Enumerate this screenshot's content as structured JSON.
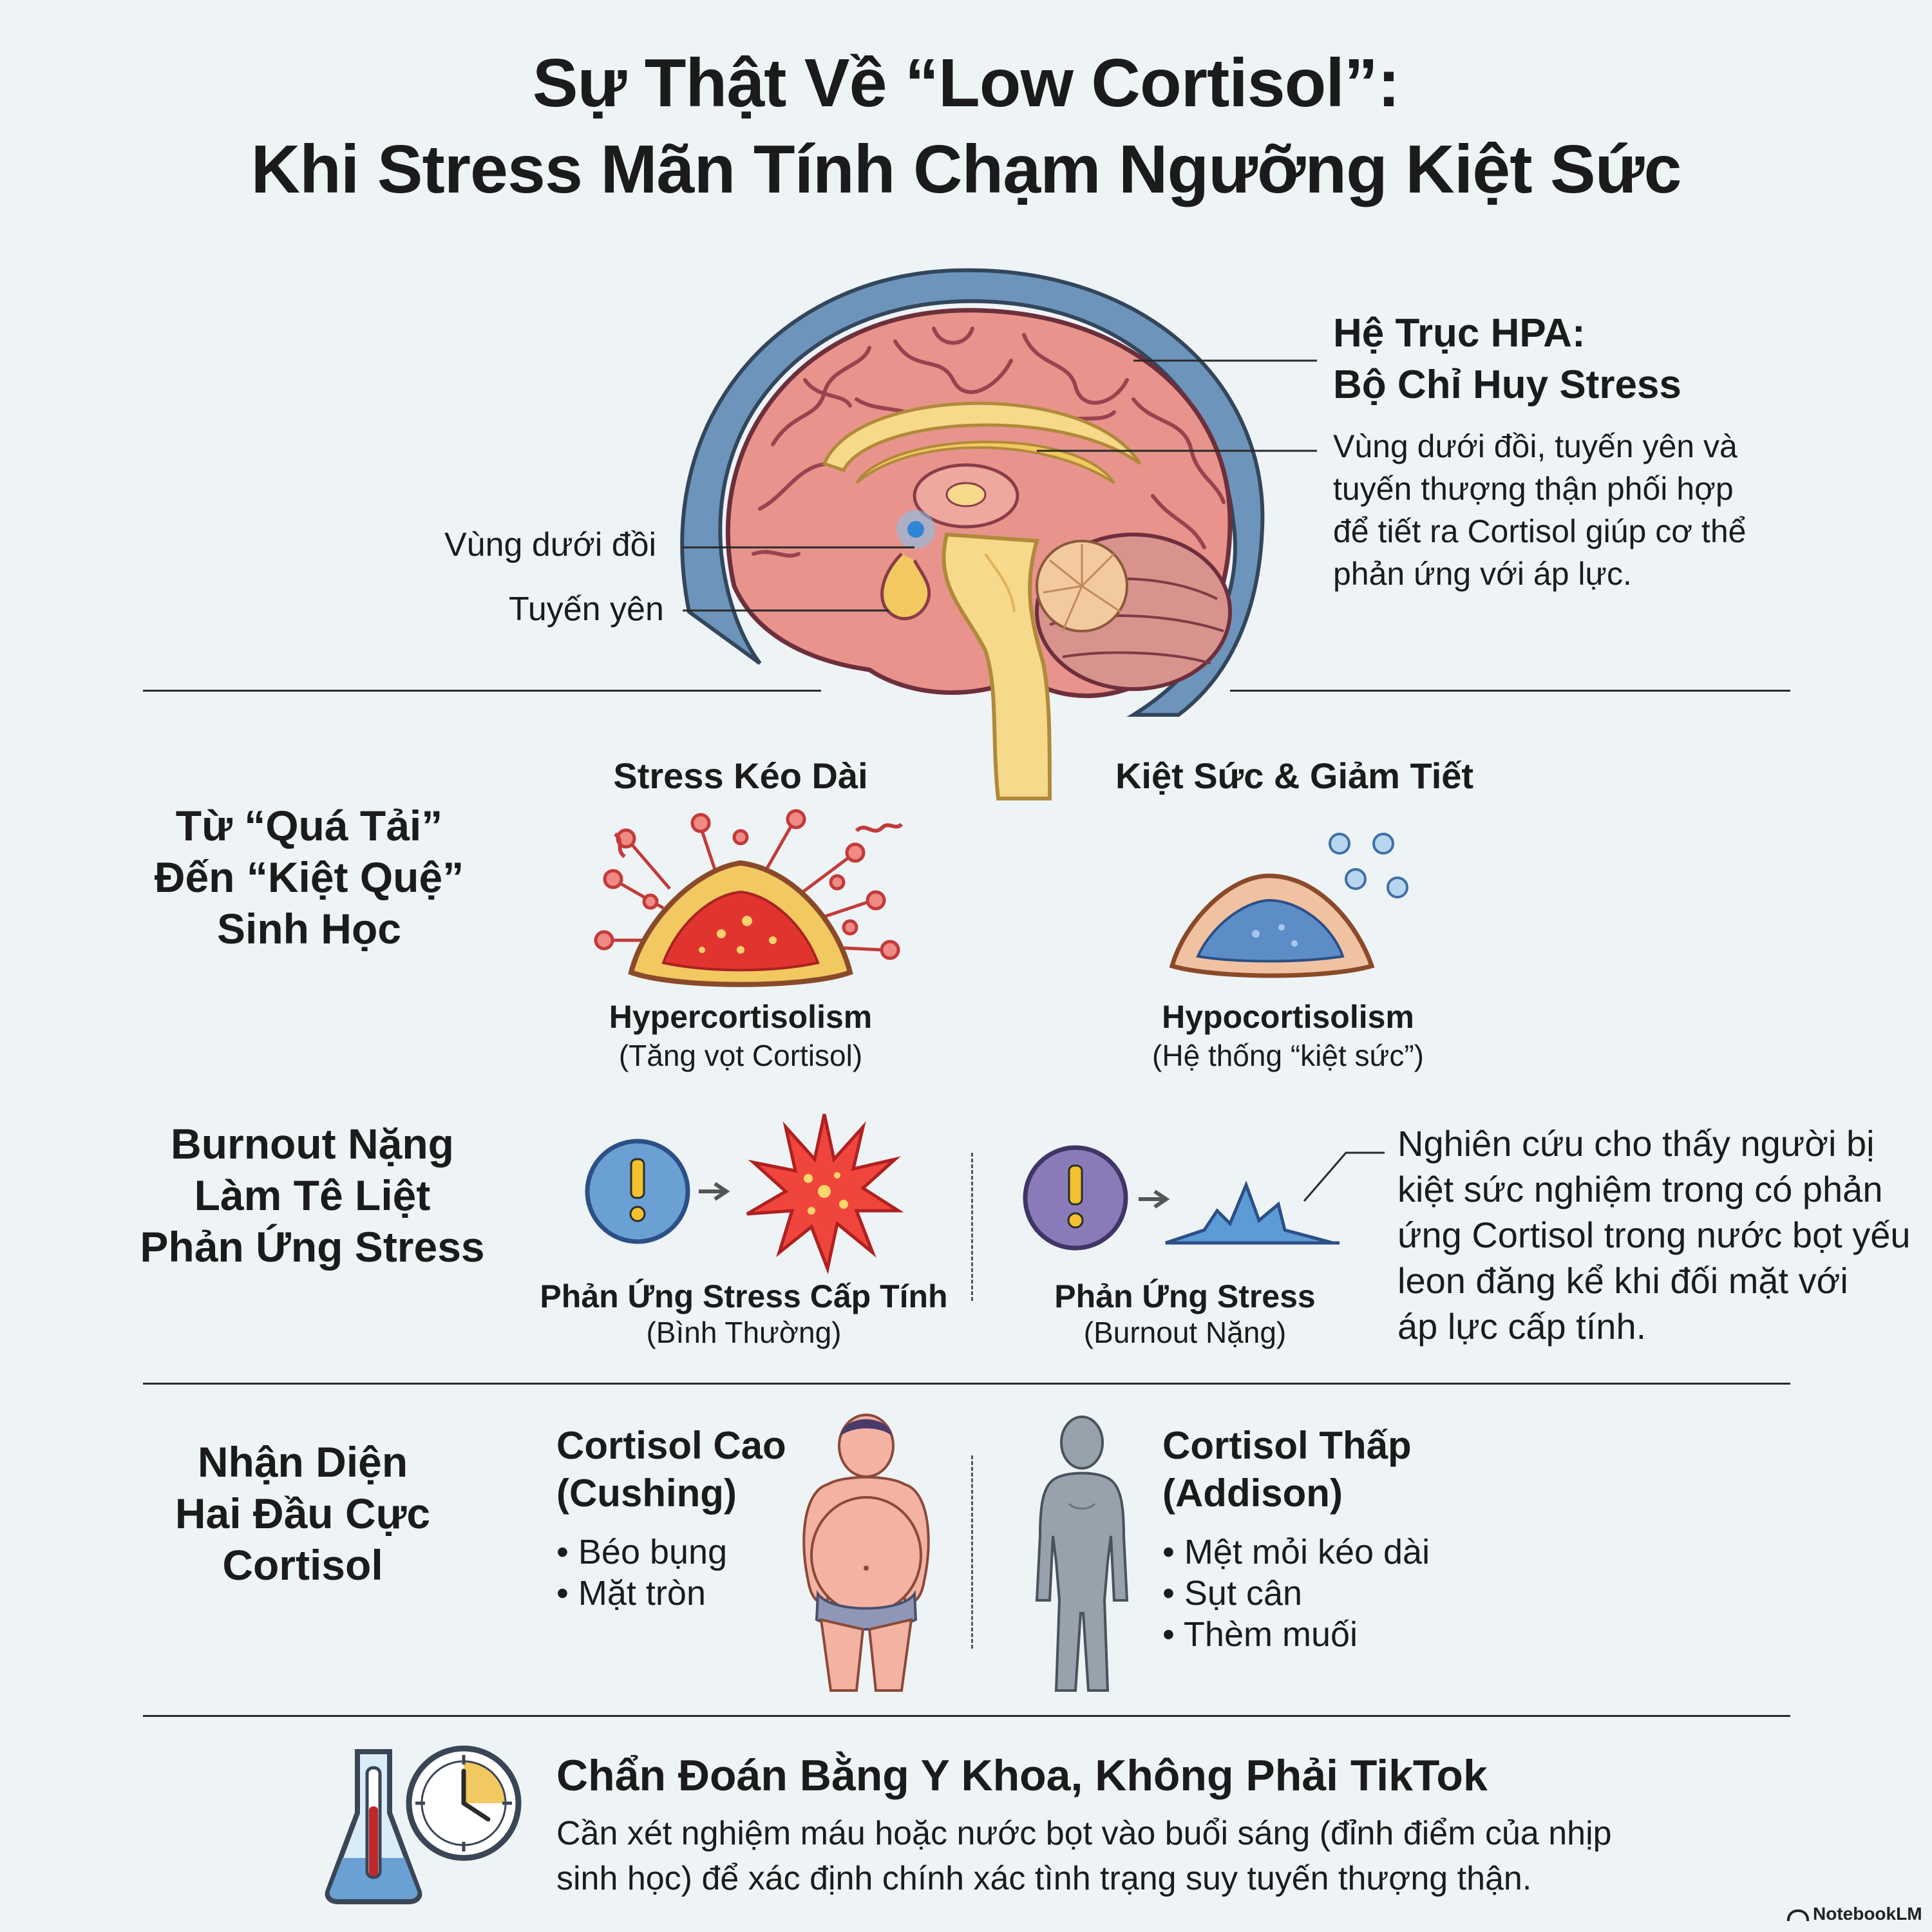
{
  "title": {
    "line1": "Sự Thật Về “Low Cortisol”:",
    "line2": "Khi Stress Mãn Tính Chạm Ngưỡng Kiệt Sức"
  },
  "hpa": {
    "heading_line1": "Hệ Trục HPA:",
    "heading_line2": "Bộ Chỉ Huy Stress",
    "description": [
      "Vùng dưới đồi, tuyến yên và",
      "tuyến thượng thận phối hợp",
      "để tiết ra Cortisol giúp cơ thể",
      "phản ứng với áp lực."
    ],
    "label_hypothalamus": "Vùng dưới đồi",
    "label_pituitary": "Tuyến yên"
  },
  "overload": {
    "label": [
      "Từ “Quá Tải”",
      "Đến “Kiệt Quệ”",
      "Sinh Học"
    ],
    "left_heading": "Stress Kéo Dài",
    "right_heading": "Kiệt Sức & Giảm Tiết",
    "left_caption": "Hypercortisolism",
    "left_sub": "(Tăng vọt Cortisol)",
    "right_caption": "Hypocortisolism",
    "right_sub": "(Hệ thống “kiệt sức”)"
  },
  "burnout": {
    "label": [
      "Burnout Nặng",
      "Làm Tê Liệt",
      "Phản Ứng Stress"
    ],
    "left_caption": "Phản Ứng Stress Cấp Tính",
    "left_sub": "(Bình Thường)",
    "right_caption": "Phản Ứng Stress",
    "right_sub": "(Burnout Nặng)",
    "note": [
      "Nghiên cứu cho thấy người bị",
      "kiệt sức nghiệm trong có phản",
      "ứng Cortisol trong nước bọt yếu",
      "leon đăng kể khi đối mặt với",
      "áp lực cấp tính."
    ]
  },
  "extremes": {
    "label": [
      "Nhận Diện",
      "Hai Đầu Cực",
      "Cortisol"
    ],
    "high_heading": [
      "Cortisol Cao",
      "(Cushing)"
    ],
    "high_bullets": [
      "• Béo bụng",
      "• Mặt tròn"
    ],
    "low_heading": [
      "Cortisol Thấp",
      "(Addison)"
    ],
    "low_bullets": [
      "• Mệt mỏi kéo dài",
      "• Sụt cân",
      "• Thèm muối"
    ]
  },
  "diagnosis": {
    "heading": "Chẩn Đoán Bằng Y Khoa, Không Phải TikTok",
    "text": [
      "Cần xét nghiệm máu hoặc nước bọt vào buổi sáng (đỉnh điểm của nhịp",
      "sinh học) để xác định chính xác tình trạng suy tuyến thượng thận."
    ]
  },
  "watermark": "NotebookLM",
  "colors": {
    "background": "#eef3f5",
    "brain_pink": "#e8948c",
    "brain_outline": "#6e2f3c",
    "halo_blue": "#6d95bb",
    "gland_yellow": "#f2c861",
    "stress_red": "#e23a36",
    "calm_blue": "#5d8dc7",
    "alert_purple": "#7a68a6",
    "skin": "#f4b2a2",
    "gray_figure": "#97a2ad"
  }
}
